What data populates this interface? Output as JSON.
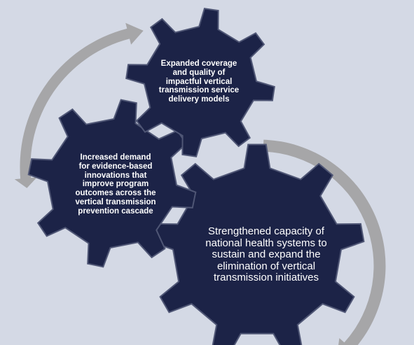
{
  "colors": {
    "background": "#d4d9e5",
    "gear_fill": "#1c2347",
    "gear_stroke": "#4f5675",
    "arrow_fill": "#a6a6a8",
    "text": "#ffffff"
  },
  "gears": {
    "top": {
      "label": "Expanded coverage and quality of impactful vertical transmission service delivery models"
    },
    "left": {
      "label": "Increased demand for evidence-based innovations that improve program outcomes across the vertical transmission prevention cascade"
    },
    "bottom": {
      "label": "Strengthened capacity of national health systems to sustain and expand the elimination of vertical transmission initiatives"
    }
  },
  "arrows": {
    "left_arc": "curved-arrow",
    "right_arc": "curved-arrow"
  }
}
